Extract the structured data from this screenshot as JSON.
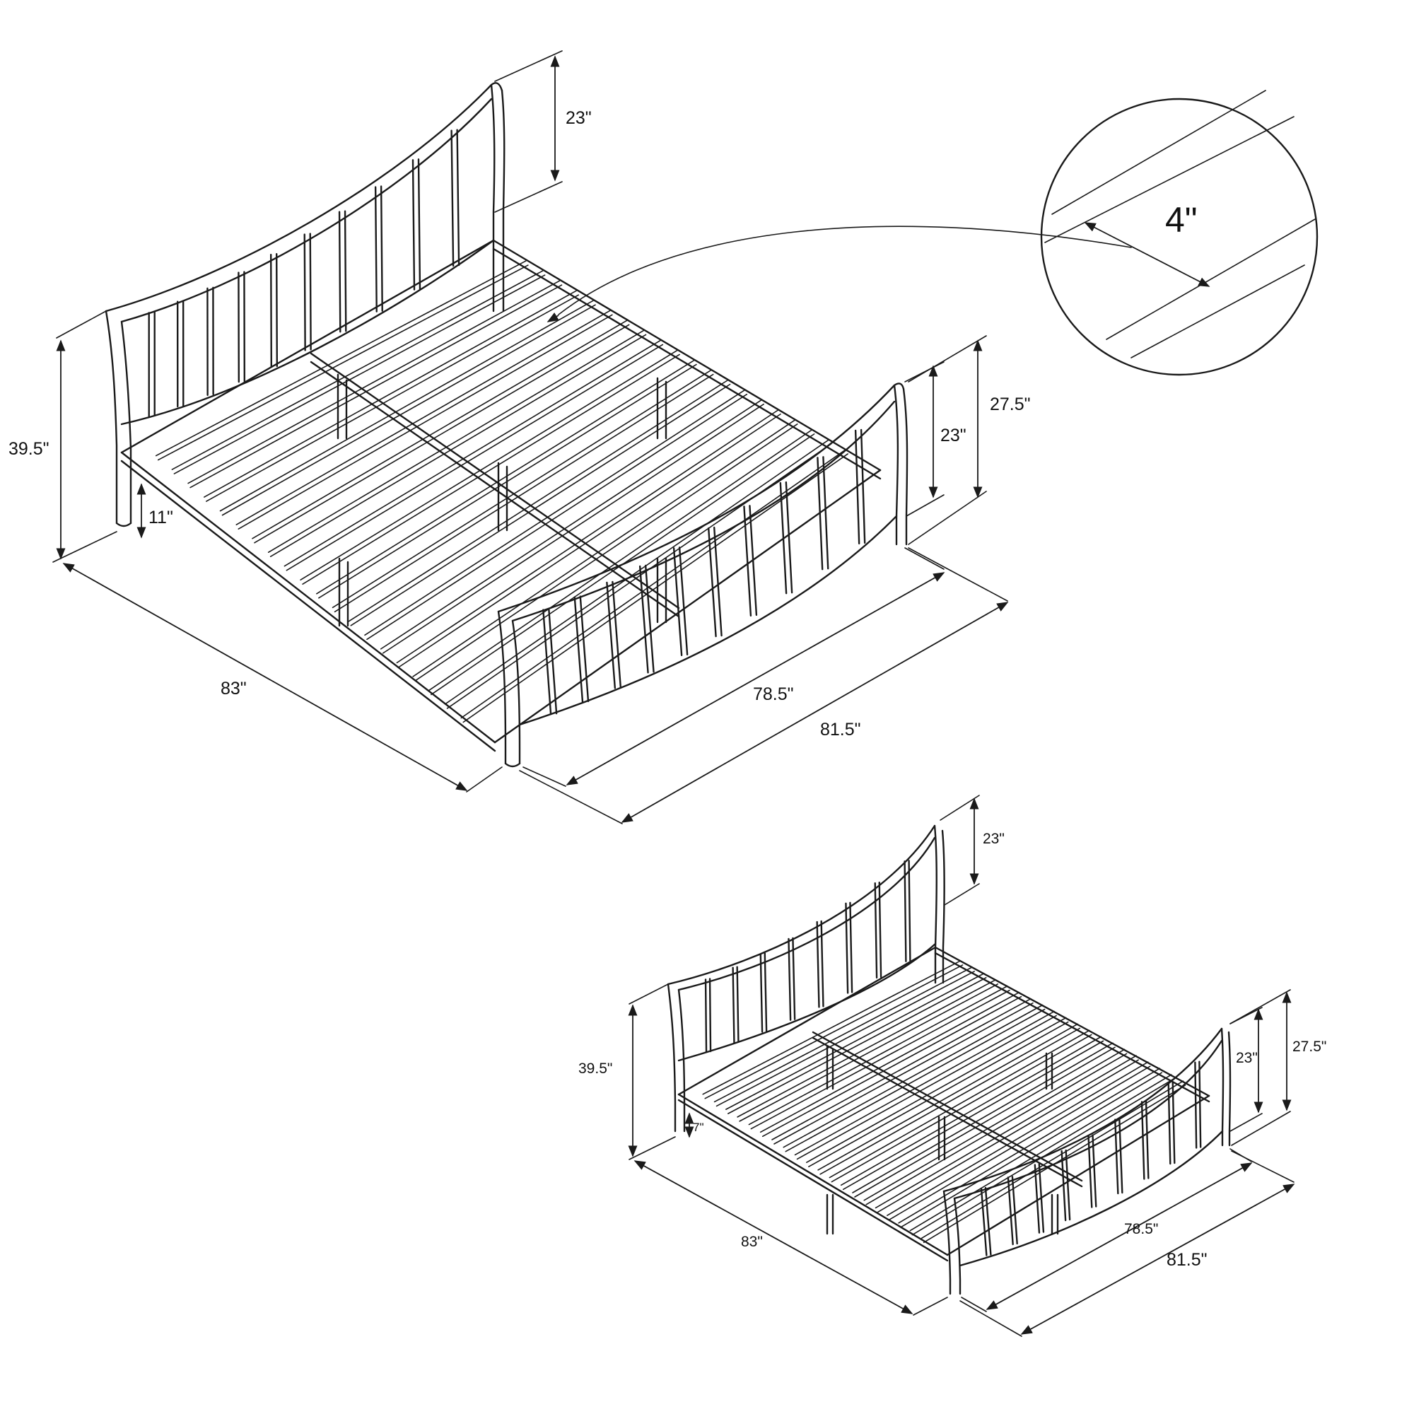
{
  "diagram": {
    "detail_callout": {
      "slat_gap": "4\""
    },
    "large_view": {
      "headboard_above_frame": "23\"",
      "total_height": "39.5\"",
      "under_bed_clearance": "11\"",
      "total_length": "83\"",
      "inner_width": "78.5\"",
      "outer_width": "81.5\"",
      "footboard_above_frame": "23\"",
      "footboard_height": "27.5\""
    },
    "small_view": {
      "headboard_above_frame": "23\"",
      "total_height": "39.5\"",
      "under_bed_clearance": "7\"",
      "total_length": "83\"",
      "inner_width": "78.5\"",
      "outer_width": "81.5\"",
      "footboard_above_frame": "23\"",
      "footboard_height": "27.5\""
    }
  }
}
